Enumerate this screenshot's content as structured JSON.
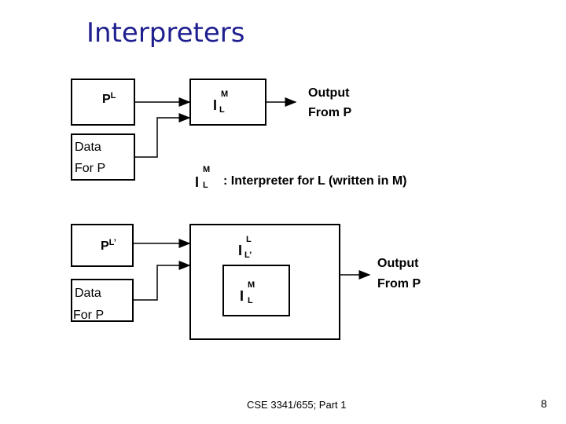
{
  "title": "Interpreters",
  "top": {
    "program_label": "P",
    "program_sup": "L",
    "data_line1": "Data",
    "data_line2": "For P",
    "interp_main": "I",
    "interp_sup": "M",
    "interp_sub": "L",
    "output_line1": "Output",
    "output_line2": "From P"
  },
  "legend": {
    "main": "I",
    "sup": "M",
    "sub": "L",
    "text": ": Interpreter for L (written in M)"
  },
  "bottom": {
    "program_label": "P",
    "program_sup": "L’",
    "data_line1": "Data",
    "data_line2": "For P",
    "interp1_main": "I",
    "interp1_sup": "L",
    "interp1_sub": "L’",
    "interp2_main": "I",
    "interp2_sup": "M",
    "interp2_sub": "L",
    "output_line1": "Output",
    "output_line2": "From P"
  },
  "footer": {
    "course": "CSE 3341/655; Part 1",
    "page_number": "8"
  }
}
